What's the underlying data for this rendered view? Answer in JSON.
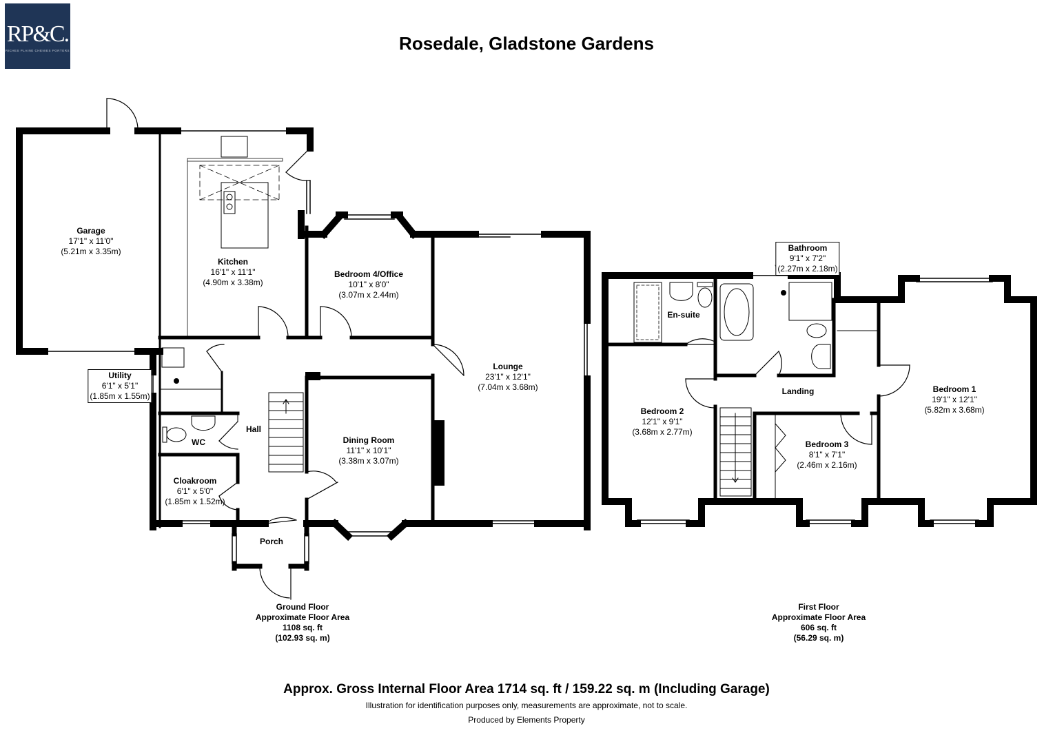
{
  "logo": {
    "mark": "RP&C.",
    "tagline": "RICHES PLAINE CHENIES PORTERS"
  },
  "title": "Rosedale, Gladstone Gardens",
  "ground_floor": {
    "rooms": [
      {
        "name": "Garage",
        "imperial": "17'1\" x 11'0\"",
        "metric": "(5.21m x 3.35m)"
      },
      {
        "name": "Kitchen",
        "imperial": "16'1\" x 11'1\"",
        "metric": "(4.90m x 3.38m)"
      },
      {
        "name": "Bedroom 4/Office",
        "imperial": "10'1\" x 8'0\"",
        "metric": "(3.07m x 2.44m)"
      },
      {
        "name": "Lounge",
        "imperial": "23'1\" x 12'1\"",
        "metric": "(7.04m x 3.68m)"
      },
      {
        "name": "Utility",
        "imperial": "6'1\" x 5'1\"",
        "metric": "(1.85m x 1.55m)"
      },
      {
        "name": "Dining Room",
        "imperial": "11'1\" x 10'1\"",
        "metric": "(3.38m x 3.07m)"
      },
      {
        "name": "Cloakroom",
        "imperial": "6'1\" x 5'0\"",
        "metric": "(1.85m x 1.52m)"
      }
    ],
    "labels": {
      "wc": "WC",
      "hall": "Hall",
      "porch": "Porch"
    },
    "summary": [
      "Ground Floor",
      "Approximate Floor Area",
      "1108 sq. ft",
      "(102.93 sq. m)"
    ]
  },
  "first_floor": {
    "rooms": [
      {
        "name": "Bathroom",
        "imperial": "9'1\" x 7'2\"",
        "metric": "(2.27m x 2.18m)"
      },
      {
        "name": "Bedroom 2",
        "imperial": "12'1\" x 9'1\"",
        "metric": "(3.68m x 2.77m)"
      },
      {
        "name": "Bedroom 1",
        "imperial": "19'1\" x 12'1\"",
        "metric": "(5.82m x 3.68m)"
      },
      {
        "name": "Bedroom 3",
        "imperial": "8'1\" x 7'1\"",
        "metric": "(2.46m x 2.16m)"
      }
    ],
    "labels": {
      "ensuite": "En-suite",
      "landing": "Landing"
    },
    "summary": [
      "First Floor",
      "Approximate Floor Area",
      "606 sq. ft",
      "(56.29 sq. m)"
    ]
  },
  "footer": {
    "gross": "Approx. Gross Internal Floor Area 1714 sq. ft / 159.22 sq. m (Including Garage)",
    "disclaimer": "Illustration for identification purposes only, measurements are approximate, not to scale.",
    "producer": "Produced by Elements Property"
  }
}
